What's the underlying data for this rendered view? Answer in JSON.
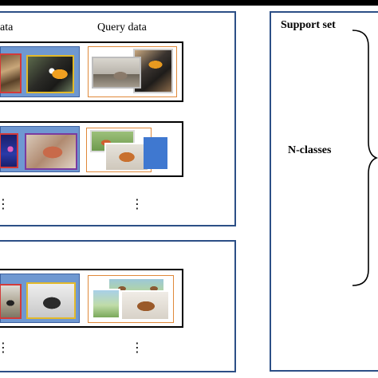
{
  "left_panel": {
    "support_header": "ata",
    "query_header": "Query data",
    "continuation_mark": "⋮"
  },
  "right_panel": {
    "title": "Support set",
    "classes_label": "N-classes"
  },
  "colors": {
    "panel_border": "#2c4f86",
    "support_card": "#6f98d1",
    "query_card_border": "#e0893a",
    "photo_border_red": "#d23a3a",
    "photo_border_purple": "#7a3aa0",
    "photo_border_yellow": "#e2b92a"
  },
  "thumbnails": [
    {
      "id": "row1-support-a",
      "subject": "feathers-bird"
    },
    {
      "id": "row1-support-b",
      "subject": "toucan"
    },
    {
      "id": "row1-query-a",
      "subject": "sparrow-on-branch"
    },
    {
      "id": "row1-query-b",
      "subject": "toucan"
    },
    {
      "id": "row2-support-a",
      "subject": "jellyfish"
    },
    {
      "id": "row2-support-b",
      "subject": "king-crab"
    },
    {
      "id": "row2-query-a",
      "subject": "crab-on-grass"
    },
    {
      "id": "row2-query-b",
      "subject": "crab"
    },
    {
      "id": "row3-support-a",
      "subject": "cows"
    },
    {
      "id": "row3-support-b",
      "subject": "pistol-holster"
    },
    {
      "id": "row3-query-a",
      "subject": "deer"
    },
    {
      "id": "row3-query-b",
      "subject": "leather-holster"
    }
  ]
}
